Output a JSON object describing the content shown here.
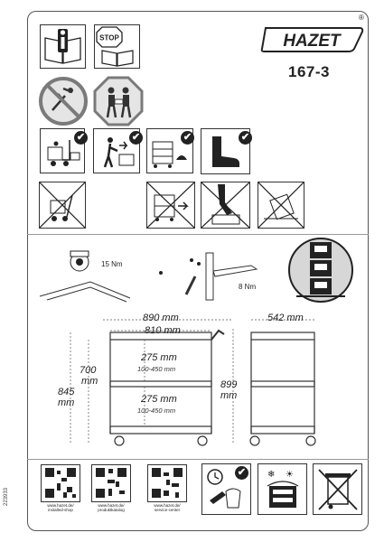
{
  "brand": {
    "name": "HAZET",
    "registered": "®"
  },
  "product": {
    "model": "167-3"
  },
  "signs": {
    "info_icon": "info-manual-icon",
    "stop_label": "STOP",
    "stop_icon": "stop-read-manual-icon",
    "prohibited": [
      "no-climbing-icon",
      "two-person-lift-icon"
    ],
    "allowed": [
      "forklift-ok-icon",
      "push-trolley-ok-icon",
      "cart-weight-ok-icon",
      "safety-boots-ok-icon"
    ],
    "forbidden": [
      "no-forklift-tip-icon",
      "no-overload-icon",
      "no-step-on-icon",
      "no-tipping-icon"
    ]
  },
  "assembly": {
    "torque_wheel": "15 Nm",
    "torque_handle": "8 Nm"
  },
  "dimensions": {
    "width_total": "890 mm",
    "width_inner": "810 mm",
    "depth": "542 mm",
    "height_shelf_1": "700",
    "height_shelf_1_unit": "mm",
    "height_top": "845",
    "height_top_unit": "mm",
    "height_total": "899",
    "height_total_unit": "mm",
    "shelf_upper_height": "275 mm",
    "shelf_upper_range": "100-450 mm",
    "shelf_lower_height": "275 mm",
    "shelf_lower_range": "100-450 mm"
  },
  "footer": {
    "qr_captions": [
      "www.hazet.de/ installed-shop",
      "www.hazet.de/ produktkatalog",
      "www.hazet.de/ service-center"
    ],
    "icons": [
      "maintenance-clock-icon",
      "clean-cloth-icon",
      "weather-protection-icon",
      "weee-disposal-icon"
    ]
  },
  "side_code": "223933",
  "colors": {
    "ink": "#222222",
    "frame": "#555555",
    "badge": "#7a7a7a"
  }
}
